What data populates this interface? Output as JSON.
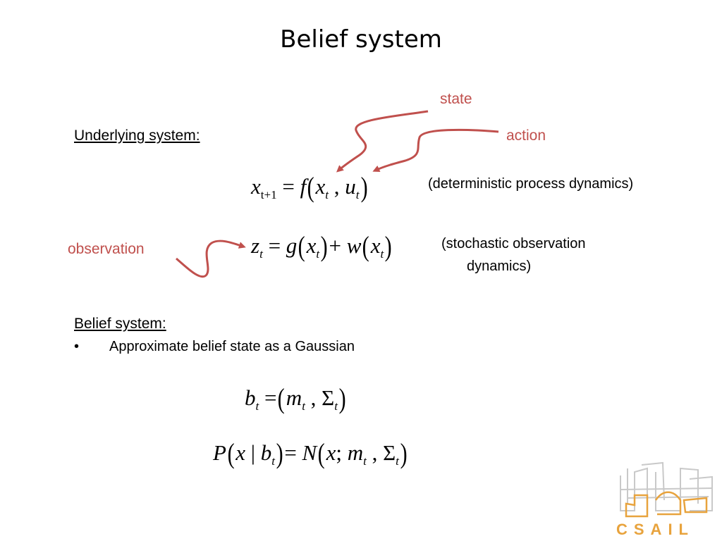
{
  "slide": {
    "title": "Belief system",
    "underlying_heading": "Underlying system:",
    "belief_heading": "Belief system:",
    "bullet_marker": "•",
    "bullet_text": "Approximate belief state as a Gaussian",
    "note_process": "(deterministic process dynamics)",
    "note_obs_line1": "(stochastic observation",
    "note_obs_line2": "dynamics)",
    "label_state": "state",
    "label_action": "action",
    "label_observation": "observation",
    "logo_text": "CSAIL",
    "accent_color": "#c0504d",
    "logo_color": "#e8a33d"
  }
}
